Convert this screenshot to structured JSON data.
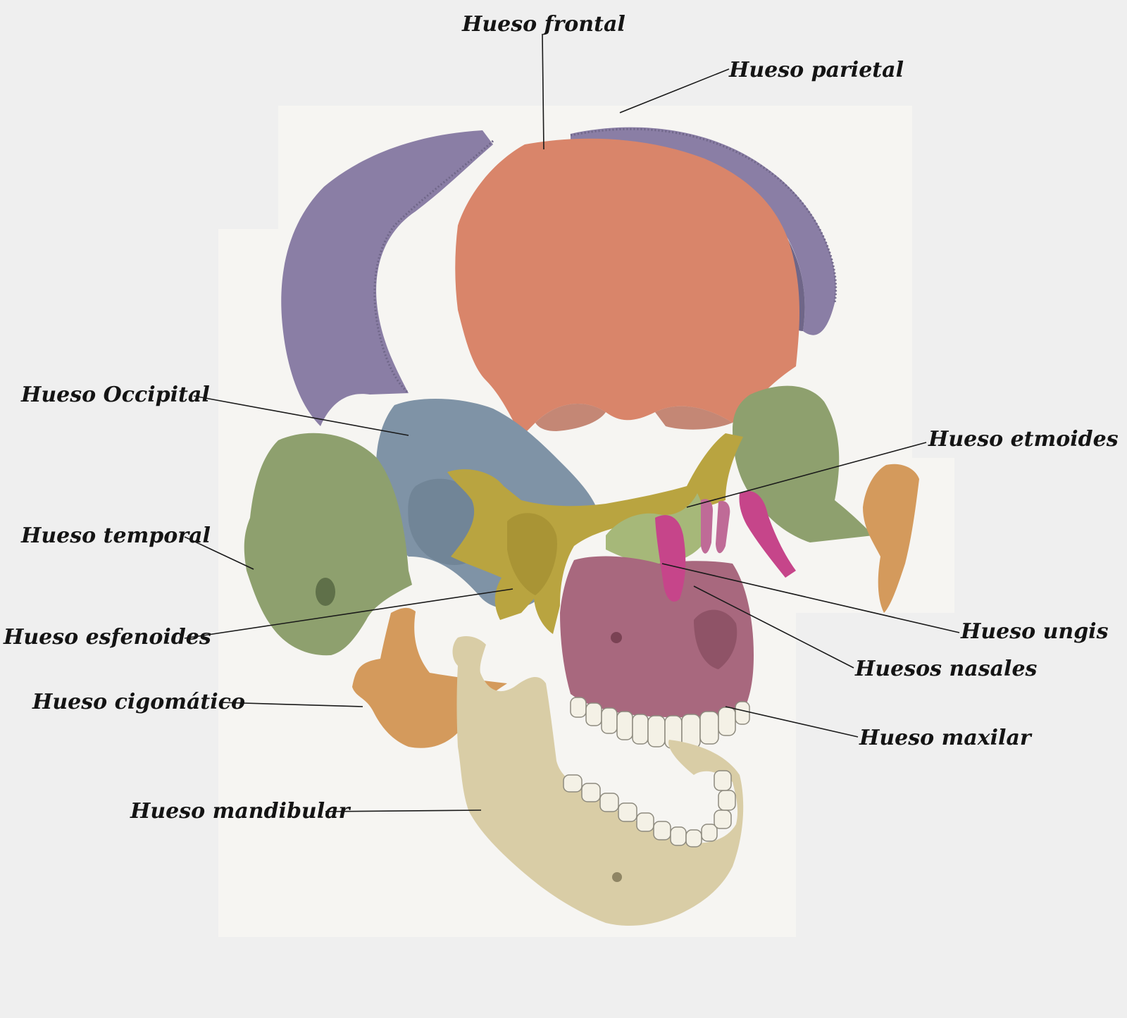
{
  "colors": {
    "background": "#efefef",
    "page_panel": "#f7f6f2",
    "frontal": "#d9856a",
    "parietal": "#8a7ea5",
    "parietal_inner": "#6f6688",
    "occipital": "#7f93a6",
    "temporal": "#8ea06e",
    "sphenoid": "#b9a440",
    "ethmoid": "#a6b879",
    "maxilla": "#a8687e",
    "lacrimal": "#c6458a",
    "nasal": "#bf6b97",
    "zygomatic": "#d49a5c",
    "mandible": "#d9cda6",
    "teeth": "#f4f1e6"
  },
  "labels": {
    "frontal": "Hueso frontal",
    "parietal": "Hueso parietal",
    "occipital": "Hueso Occipital",
    "ethmoid": "Hueso etmoides",
    "temporal": "Hueso temporal",
    "sphenoid": "Hueso esfenoides",
    "lacrimal": "Hueso ungis",
    "nasal": "Huesos nasales",
    "zygomatic": "Hueso cigomático",
    "maxilla": "Hueso maxilar",
    "mandible": "Hueso mandibular"
  }
}
